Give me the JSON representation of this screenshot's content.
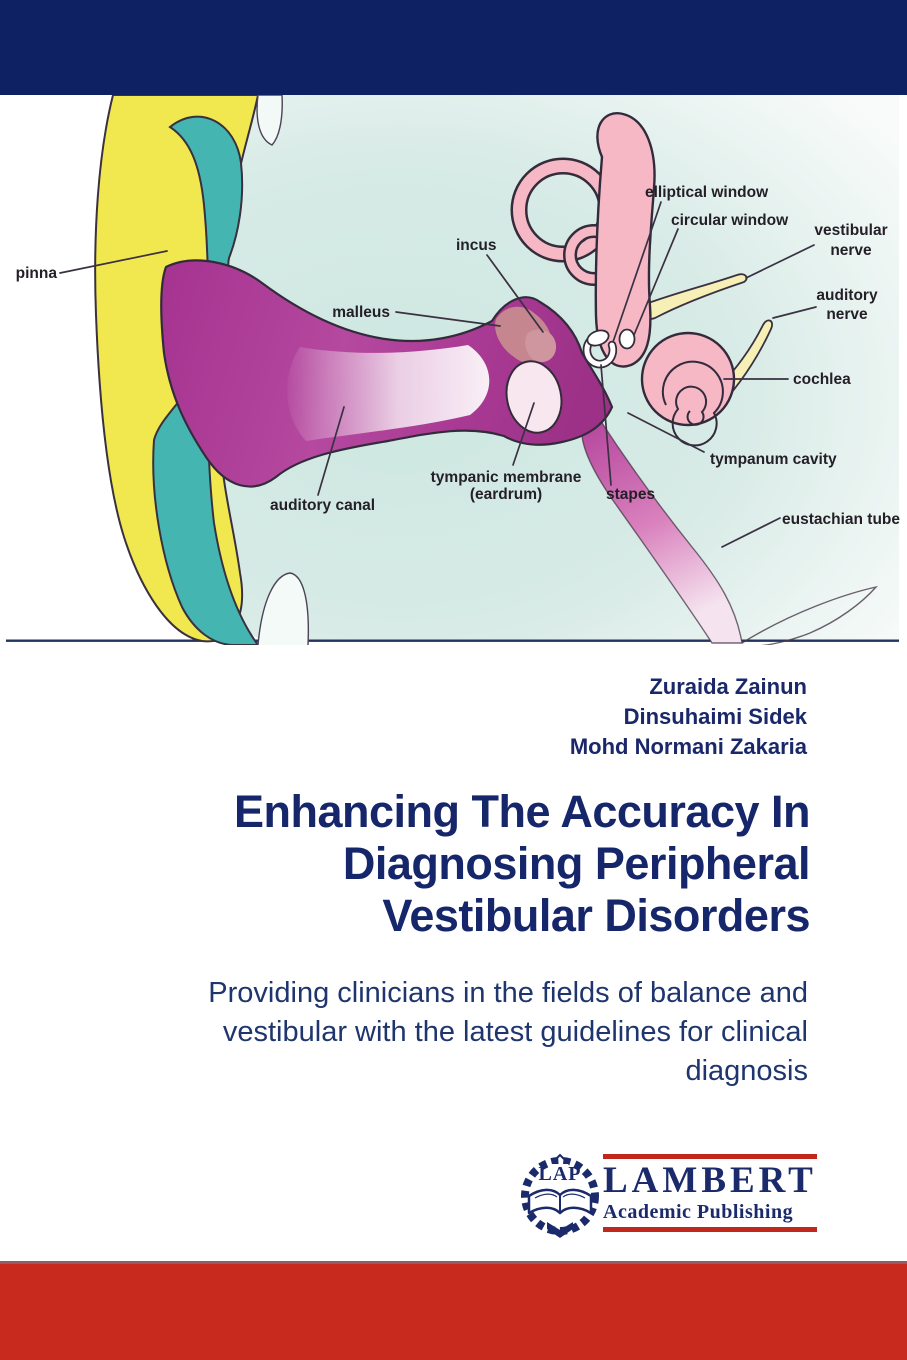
{
  "cover": {
    "authors": [
      "Zuraida Zainun",
      "Dinsuhaimi Sidek",
      "Mohd Normani Zakaria"
    ],
    "title_lines": [
      "Enhancing The Accuracy In",
      "Diagnosing Peripheral",
      "Vestibular Disorders"
    ],
    "subtitle_lines": [
      "Providing clinicians in the fields of balance and",
      "vestibular with the latest guidelines for clinical",
      "diagnosis"
    ],
    "colors": {
      "top_bar": "#0e2163",
      "bottom_bar": "#c92a1e",
      "title_text": "#16266b",
      "subtitle_text": "#1f356e",
      "author_text": "#1a2769"
    }
  },
  "publisher": {
    "acronym": "LAP",
    "name": "LAMBERT",
    "tagline": "Academic Publishing",
    "colors": {
      "navy": "#1b2a6b",
      "red": "#c0281e"
    }
  },
  "diagram": {
    "labels": {
      "pinna": "pinna",
      "incus": "incus",
      "malleus": "malleus",
      "elliptical_window": "elliptical window",
      "circular_window": "circular window",
      "vestibular_nerve_line1": "vestibular",
      "vestibular_nerve_line2": "nerve",
      "auditory_nerve_line1": "auditory",
      "auditory_nerve_line2": "nerve",
      "cochlea": "cochlea",
      "tympanum_cavity": "tympanum cavity",
      "tympanic_membrane_line1": "tympanic membrane",
      "tympanic_membrane_line2": "(eardrum)",
      "stapes": "stapes",
      "eustachian_tube": "eustachian tube",
      "auditory_canal": "auditory canal"
    },
    "colors": {
      "background_mint": "#d3eae4",
      "outer_ear_yellow": "#f1e74f",
      "pinna_teal": "#45b5b1",
      "ear_canal_magenta": "#ad3a97",
      "inner_ear_pink": "#f5b8c4",
      "eardrum_pale": "#f8e7ee",
      "nerve_yellow": "#f6efb6",
      "outline": "#342c3b",
      "label_text": "#241f26"
    }
  }
}
